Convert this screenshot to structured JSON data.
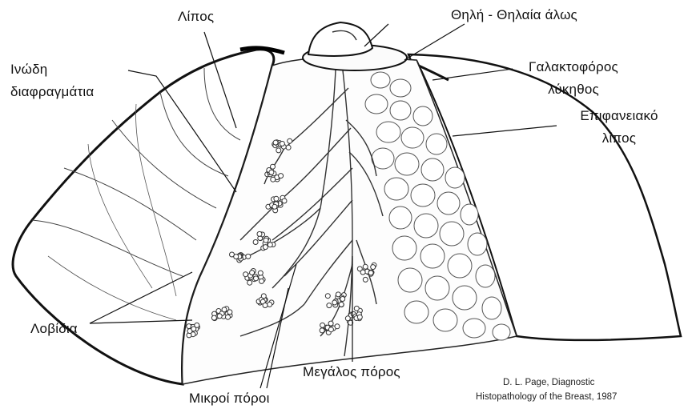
{
  "labels": {
    "fat_top": "Λίπος",
    "nipple_areola": "Θηλή - Θηλαία άλως",
    "fibrous_1": "Ινώδη",
    "fibrous_2": "διαφραγμάτια",
    "lactiferous_1": "Γαλακτοφόρος",
    "lactiferous_2": "λύκηθος",
    "surface_fat_1": "Επιφανειακό",
    "surface_fat_2": "λίπος",
    "lobules": "Λοβίδια",
    "large_duct": "Μεγάλος πόρος",
    "small_ducts": "Μικροί πόροι"
  },
  "credit": {
    "line1": "D. L. Page, Diagnostic",
    "line2": "Histopathology of the Breast, 1987"
  }
}
